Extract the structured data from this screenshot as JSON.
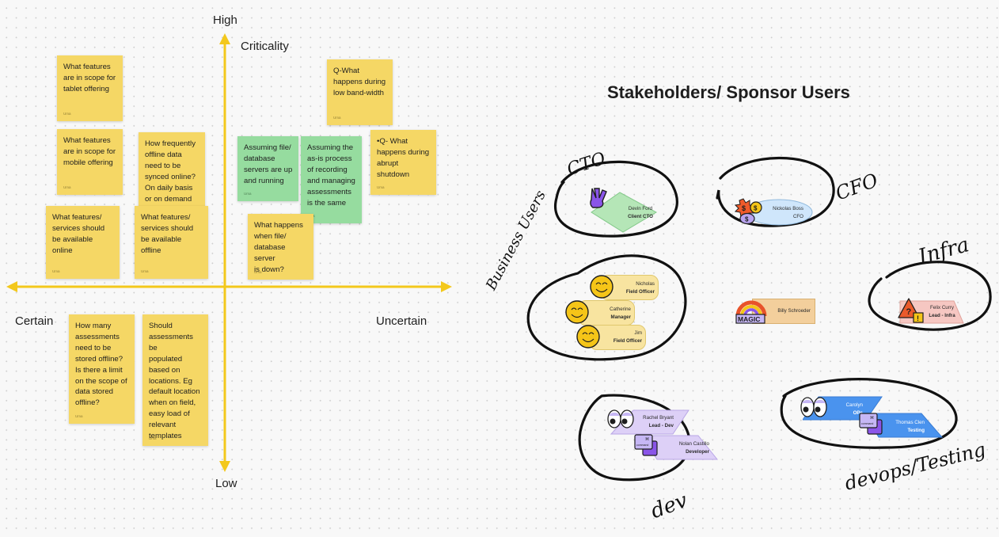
{
  "matrix": {
    "axis_labels": {
      "top": "High",
      "bottom": "Low",
      "left": "Certain",
      "right": "Uncertain",
      "vertical_title": "Criticality"
    },
    "axis_color": "#f3c81c",
    "sticky_author": "Uma",
    "stickies": [
      {
        "text": "What features\nare in scope for\ntablet offering",
        "color": "yellow"
      },
      {
        "text": "What features\nare in scope for\nmobile offering",
        "color": "yellow"
      },
      {
        "text": "How frequently\noffline data\nneed to be\nsynced online?\nOn daily basis\nor on demand",
        "color": "yellow"
      },
      {
        "text": "What features/\nservices should\nbe available\nonline",
        "color": "yellow"
      },
      {
        "text": "What features/\nservices should\nbe available\noffline",
        "color": "yellow"
      },
      {
        "text": "Q-What\nhappens during\nlow band-width",
        "color": "yellow"
      },
      {
        "text": "Assuming file/\ndatabase\nservers are up\nand running",
        "color": "green"
      },
      {
        "text": "Assuming the\nas-is process\nof recording\nand managing\nassessments\nis the same",
        "color": "green"
      },
      {
        "text": "•Q- What\nhappens during\nabrupt\nshutdown",
        "color": "yellow"
      },
      {
        "text": "What happens\nwhen file/\ndatabase server\nis down?",
        "color": "yellow"
      },
      {
        "text": "How many\nassessments\nneed to be\nstored offline?\nIs there a limit\non the scope of\ndata stored\noffline?",
        "color": "yellow"
      },
      {
        "text": "Should\nassessments be\npopulated\nbased on\nlocations. Eg\ndefault location\nwhen on field,\neasy load of\nrelevant\ntemplates",
        "color": "yellow"
      }
    ]
  },
  "stakeholders": {
    "title": "Stakeholders/ Sponsor Users",
    "groups": {
      "cto": {
        "label": "CTO",
        "people": [
          {
            "name": "Devin Ford",
            "role": "Client CTO",
            "icon": "peace-hand-icon"
          }
        ]
      },
      "cfo": {
        "label": "CFO",
        "people": [
          {
            "name": "Nickolas Boss",
            "role": "CFO",
            "icon": "money-coins-icon"
          }
        ]
      },
      "business": {
        "label": "Business Users",
        "people": [
          {
            "name": "Nicholas",
            "role": "Field Officer",
            "icon": "smiley-icon"
          },
          {
            "name": "Catherine",
            "role": "Manager",
            "icon": "smiley-icon"
          },
          {
            "name": "Jim",
            "role": "Field Officer",
            "icon": "smiley-icon"
          }
        ]
      },
      "ungrouped": {
        "people": [
          {
            "name": "Billy Schroeder",
            "icon": "magic-rainbow-icon"
          }
        ]
      },
      "infra": {
        "label": "Infra",
        "people": [
          {
            "name": "Felix Curry",
            "role": "Lead - Infra",
            "icon": "warning-icon"
          }
        ]
      },
      "dev": {
        "label": "dev",
        "people": [
          {
            "name": "Rachel Bryant",
            "role": "Lead - Dev",
            "icon": "eyes-icon"
          },
          {
            "name": "Nolan Castillo",
            "role": "Developer",
            "icon": "command-key-icon"
          }
        ]
      },
      "devops": {
        "label": "devops/Testing",
        "people": [
          {
            "name": "Carolyn",
            "role": "OPs",
            "icon": "eyes-icon"
          },
          {
            "name": "Thomas Clen",
            "role": "Testing",
            "icon": "command-key-icon"
          }
        ]
      }
    },
    "command_key_label": "command"
  }
}
